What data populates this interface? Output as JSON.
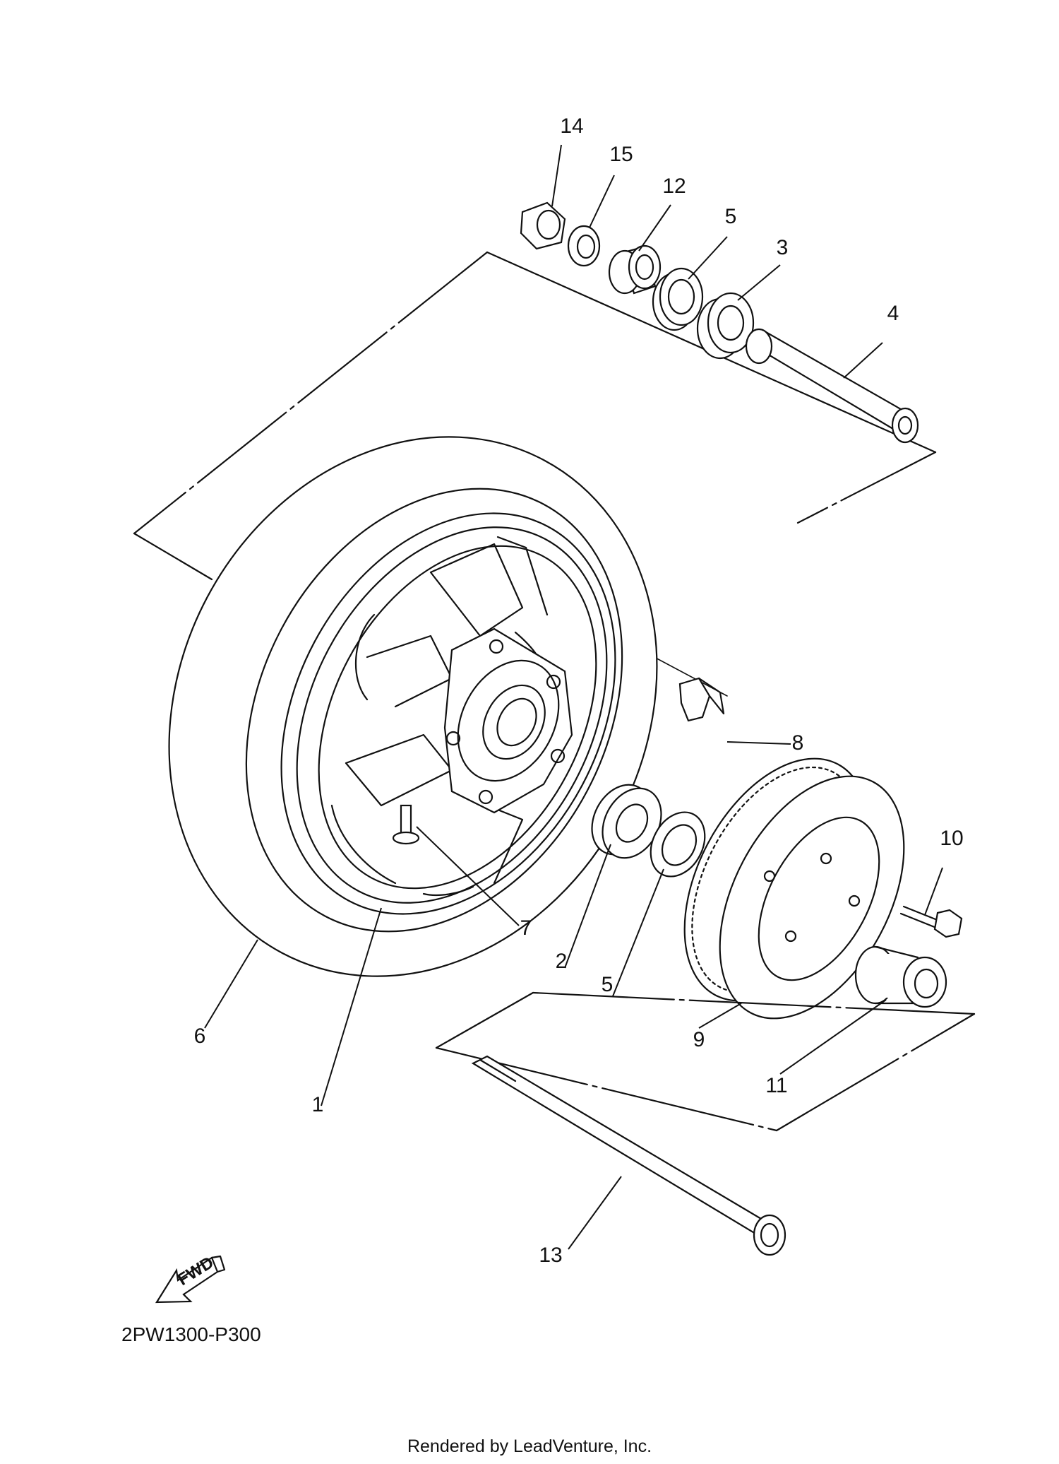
{
  "diagram": {
    "code": "2PW1300-P300",
    "credit": "Rendered by LeadVenture, Inc.",
    "fwd_label": "FWD",
    "callouts": [
      "1",
      "2",
      "3",
      "4",
      "5",
      "5",
      "6",
      "7",
      "8",
      "9",
      "10",
      "11",
      "12",
      "13",
      "14",
      "15"
    ]
  }
}
